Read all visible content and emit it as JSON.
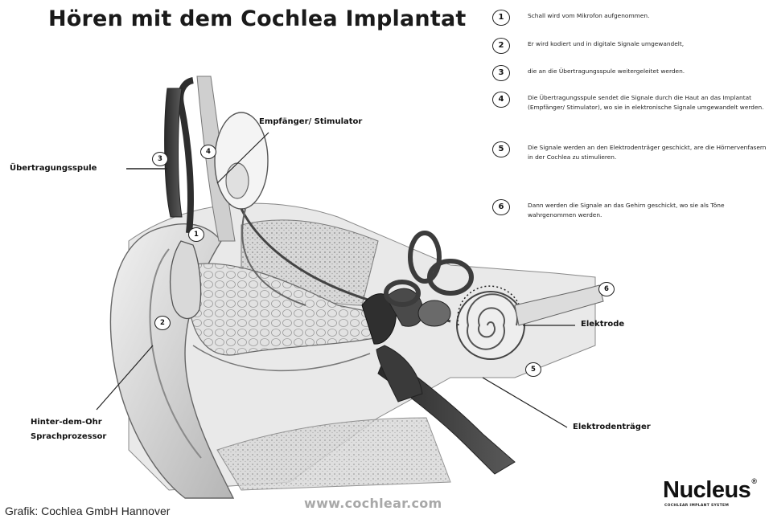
{
  "title": "Hören mit dem Cochlea Implantat",
  "steps": [
    {
      "number": "1",
      "text": "Schall wird vom Mikrofon aufgenommen."
    },
    {
      "number": "2",
      "text": "Er wird kodiert und in digitale Signale umgewandelt,"
    },
    {
      "number": "3",
      "text": "die an die Übertragungsspule weitergeleitet werden."
    },
    {
      "number": "4",
      "text": "Die Übertragungsspule sendet die Signale durch die Haut an das Implantat (Empfänger/ Stimulator), wo sie in elektronische Signale umgewandelt werden."
    },
    {
      "number": "5",
      "text": "Die Signale werden an den Elektrodenträger geschickt, are die Hörnervenfasern in der Cochlea zu stimulieren."
    },
    {
      "number": "6",
      "text": "Dann werden die Signale an das Gehirn geschickt, wo sie als Töne wahrgenommen werden."
    }
  ],
  "labels": {
    "receiver": "Empfänger/ Stimulator",
    "coil": "Übertragungsspule",
    "processor_line1": "Hinter-dem-Ohr",
    "processor_line2": "Sprachprozessor",
    "electrode": "Elektrode",
    "electrode_carrier": "Elektrodenträger"
  },
  "markers": {
    "m1": "1",
    "m2": "2",
    "m3": "3",
    "m4": "4",
    "m5": "5",
    "m6": "6"
  },
  "footer": {
    "url": "www.cochlear.com",
    "credit": "Grafik: Cochlea GmbH Hannover",
    "brand": "Nucleus",
    "brand_mark": "®",
    "brand_sub": "COCHLEAR IMPLANT SYSTEM"
  },
  "colors": {
    "ink": "#111111",
    "skin_light": "#e6e6e6",
    "skin_mid": "#bdbdbd",
    "dark_tissue": "#3a3a3a",
    "url_gray": "#a8a8a8"
  }
}
